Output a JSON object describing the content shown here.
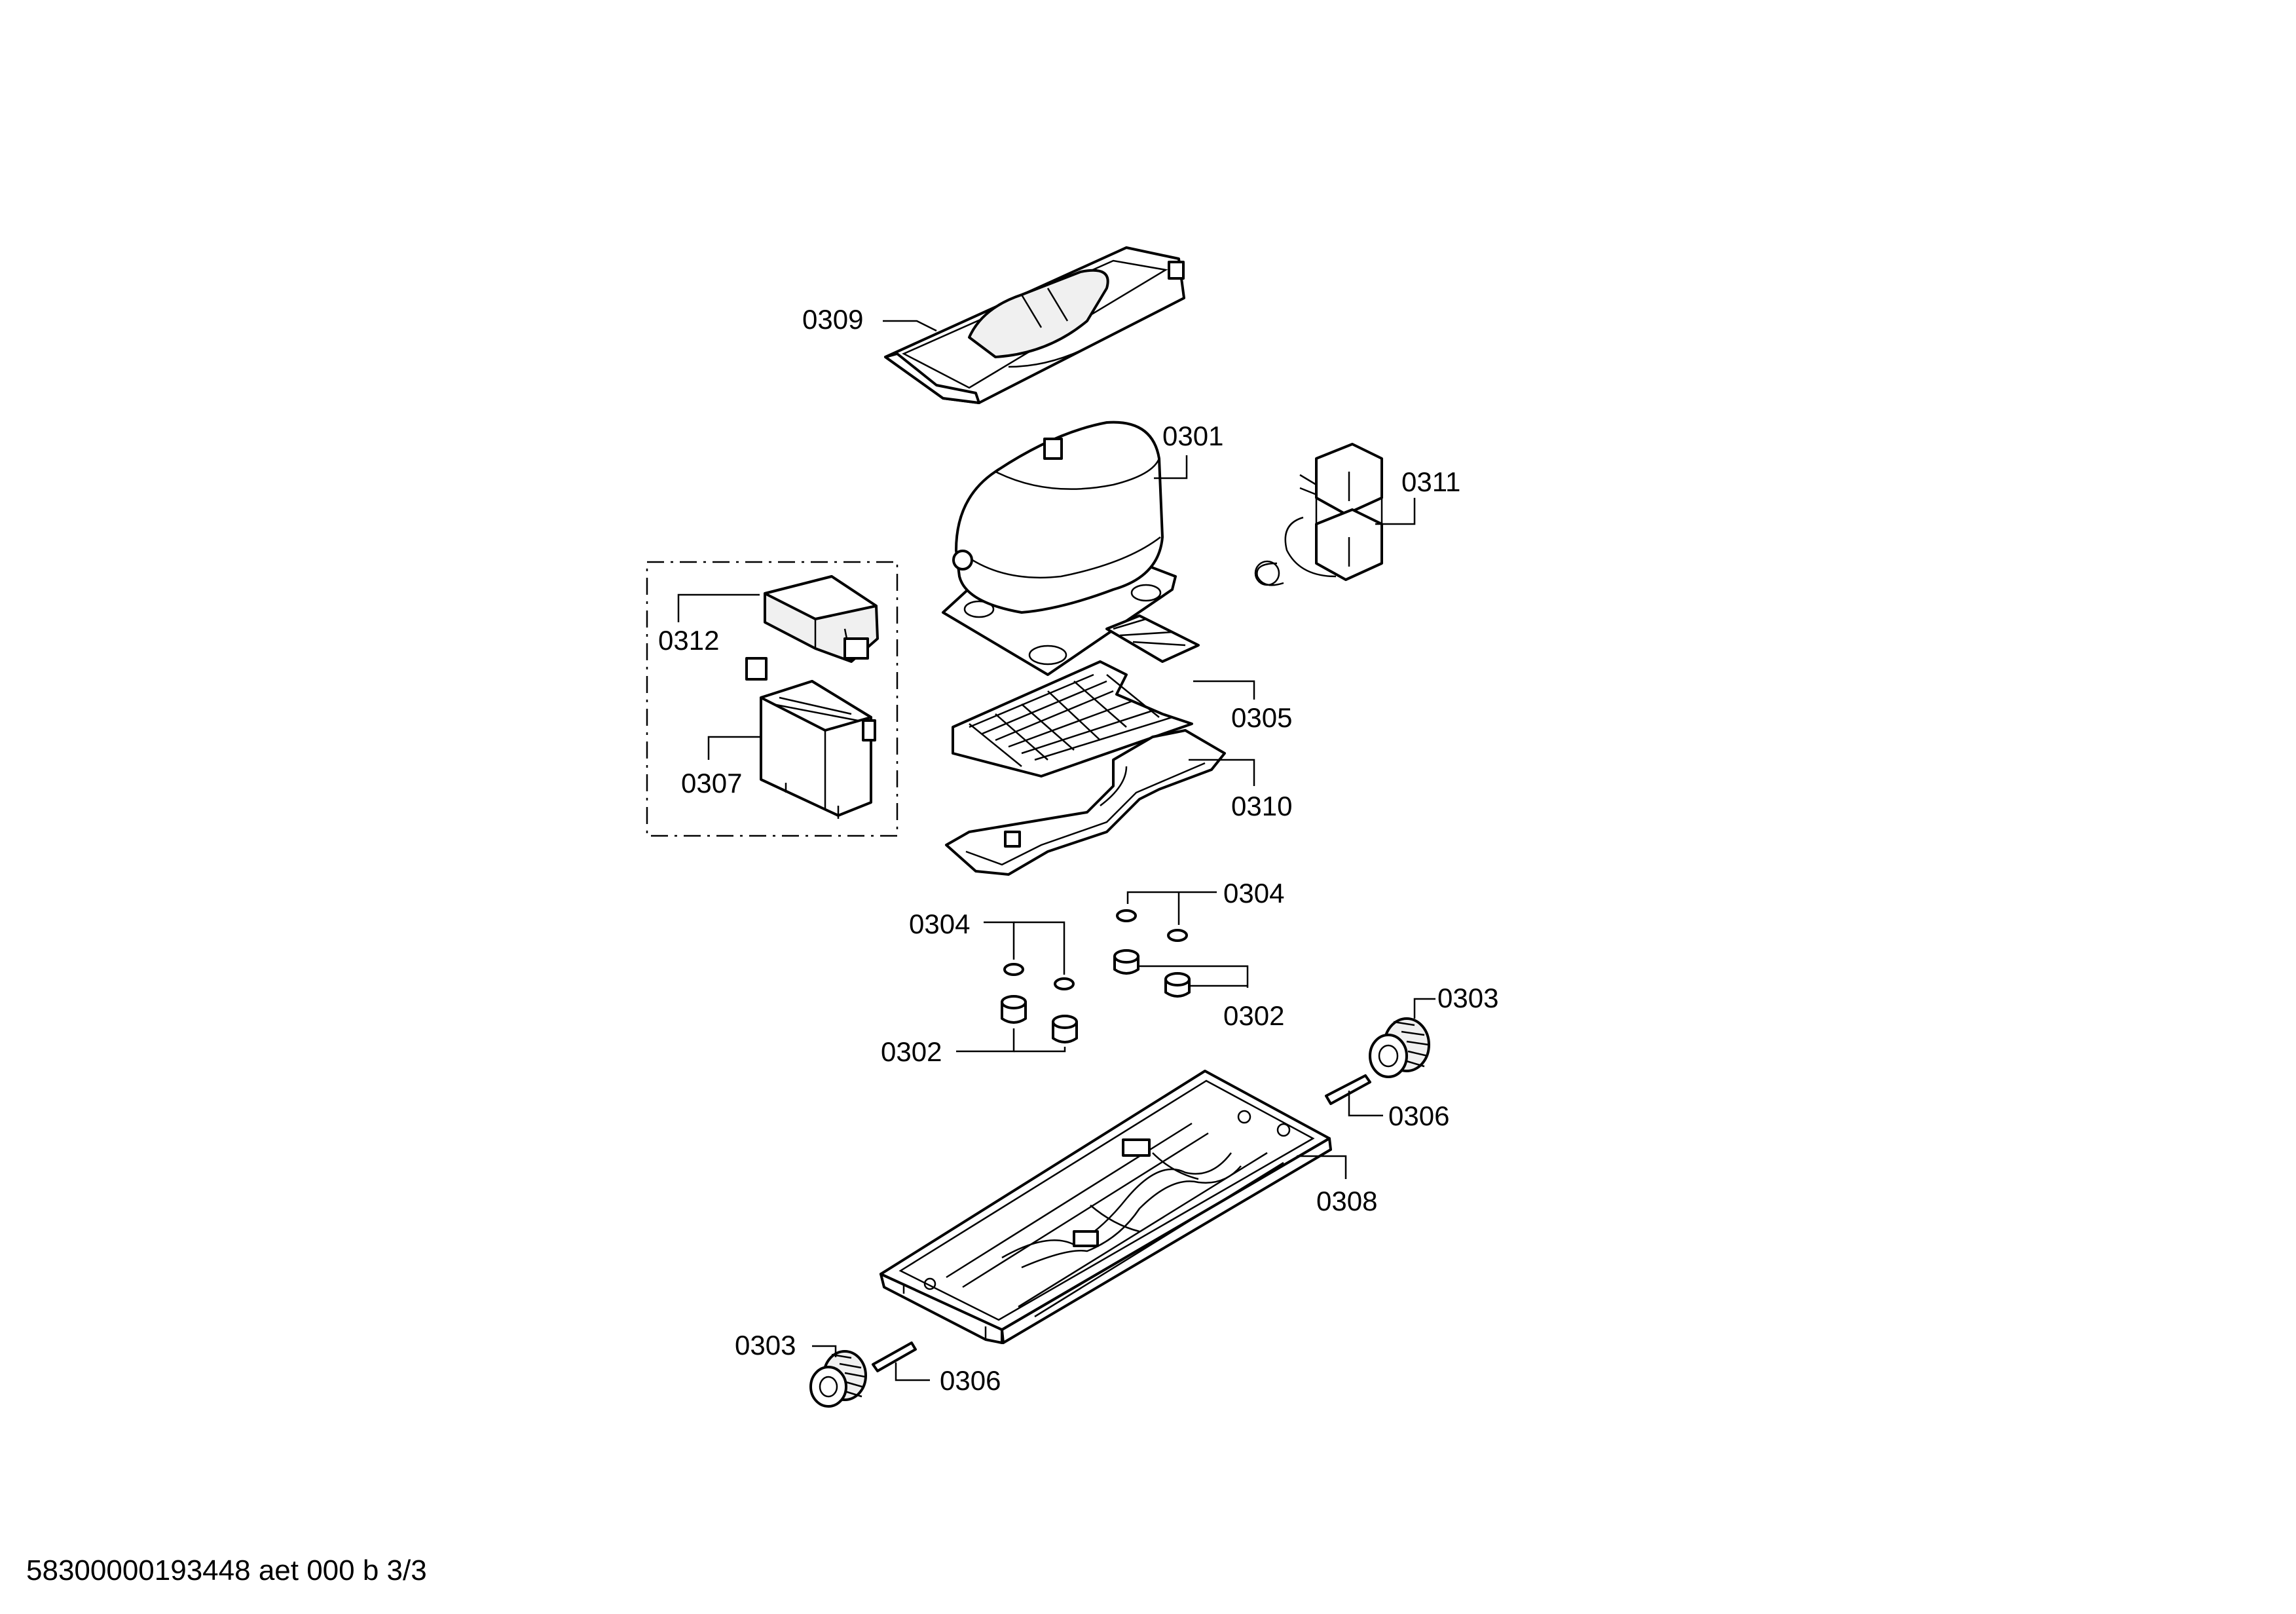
{
  "diagram": {
    "labels": {
      "l0309": "0309",
      "l0301": "0301",
      "l0311": "0311",
      "l0312": "0312",
      "l0307": "0307",
      "l0305": "0305",
      "l0310": "0310",
      "l0304a": "0304",
      "l0304b": "0304",
      "l0302a": "0302",
      "l0302b": "0302",
      "l0303a": "0303",
      "l0306a": "0306",
      "l0308": "0308",
      "l0303b": "0303",
      "l0306b": "0306"
    },
    "footer": "58300000193448 aet 000 b 3/3"
  }
}
